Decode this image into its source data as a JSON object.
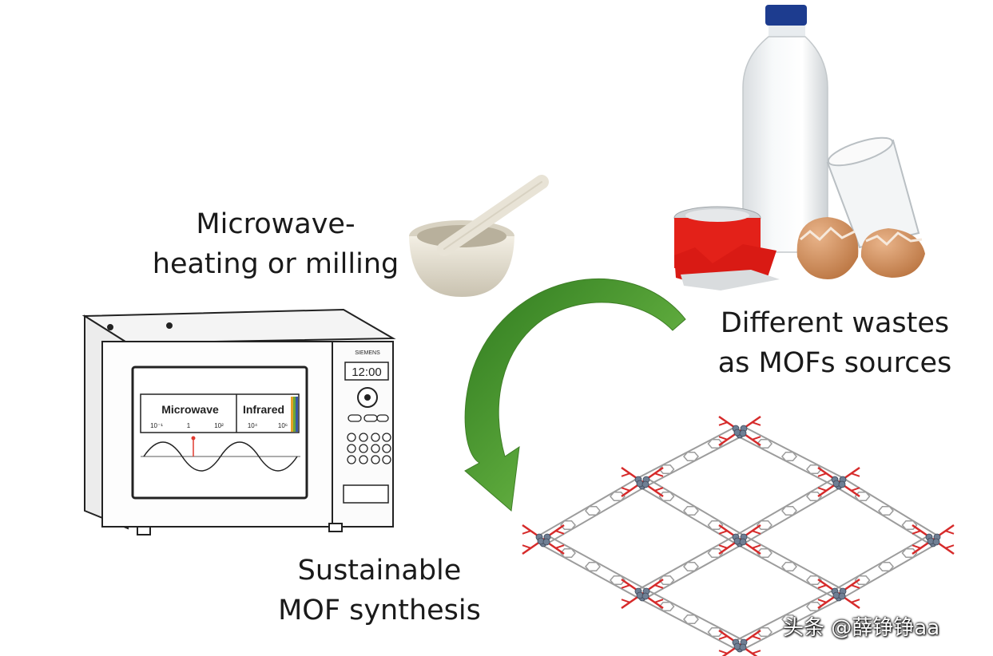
{
  "labels": {
    "microwave": [
      "Microwave-",
      "heating or milling"
    ],
    "wastes": [
      "Different wastes",
      "as MOFs sources"
    ],
    "sustainable": [
      "Sustainable",
      "MOF synthesis"
    ]
  },
  "microwave_oven": {
    "brand": "SIEMENS",
    "display": "12:00",
    "spectrum": {
      "band_left": "Microwave",
      "band_right": "Infrared",
      "ticks": [
        "10⁻¹",
        "1",
        "10²",
        "10⁴",
        "10⁶"
      ]
    }
  },
  "watermark": "头条 @薛铮铮aa",
  "colors": {
    "arrow": "#4a9a2e",
    "can": "#e32119",
    "mof_metal": "#6f7f94",
    "mof_oxygen": "#d62a2a",
    "mof_linker": "#9c9c9c"
  }
}
